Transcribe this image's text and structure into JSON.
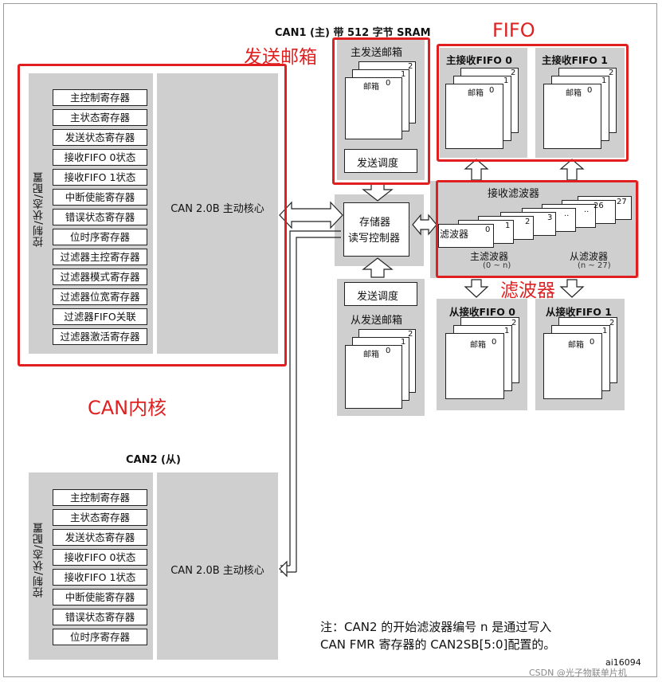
{
  "can1": {
    "title": "CAN1 (主) 带 512 字节 SRAM",
    "side_label": "控制/状态/配置",
    "core_label": "CAN 2.0B 主动核心",
    "registers": [
      "主控制寄存器",
      "主状态寄存器",
      "发送状态寄存器",
      "接收FIFO 0状态",
      "接收FIFO 1状态",
      "中断使能寄存器",
      "错误状态寄存器",
      "位时序寄存器",
      "过滤器主控寄存器",
      "过滤器模式寄存器",
      "过滤器位宽寄存器",
      "过滤器FIFO关联",
      "过滤器激活寄存器"
    ]
  },
  "can2": {
    "title": "CAN2 (从)",
    "side_label": "控制/状态/配置",
    "core_label": "CAN 2.0B 主动核心",
    "registers": [
      "主控制寄存器",
      "主状态寄存器",
      "发送状态寄存器",
      "接收FIFO 0状态",
      "接收FIFO 1状态",
      "中断使能寄存器",
      "错误状态寄存器",
      "位时序寄存器"
    ]
  },
  "tx_master": {
    "title": "主发送邮箱",
    "mailbox": "邮箱",
    "nums": [
      "0",
      "1",
      "2"
    ],
    "scheduler": "发送调度"
  },
  "tx_slave": {
    "title": "从发送邮箱",
    "mailbox": "邮箱",
    "nums": [
      "0",
      "1",
      "2"
    ],
    "scheduler": "发送调度"
  },
  "memctrl": {
    "line1": "存储器",
    "line2": "读写控制器"
  },
  "fifo_master": [
    {
      "title": "主接收FIFO 0",
      "mailbox": "邮箱",
      "nums": [
        "0",
        "1",
        "2"
      ]
    },
    {
      "title": "主接收FIFO 1",
      "mailbox": "邮箱",
      "nums": [
        "0",
        "1",
        "2"
      ]
    }
  ],
  "fifo_slave": [
    {
      "title": "从接收FIFO 0",
      "mailbox": "邮箱",
      "nums": [
        "0",
        "1",
        "2"
      ]
    },
    {
      "title": "从接收FIFO 1",
      "mailbox": "邮箱",
      "nums": [
        "0",
        "1",
        "2"
      ]
    }
  ],
  "filters": {
    "title": "接收滤波器",
    "front": "滤波器",
    "nums": [
      "0",
      "1",
      "2",
      "3",
      "..",
      "..",
      "26",
      "27"
    ],
    "master": "主滤波器",
    "master_range": "(0 ~ n)",
    "slave": "从滤波器",
    "slave_range": "(n ~ 27)"
  },
  "annotations": {
    "tx_mailbox": "发送邮箱",
    "fifo": "FIFO",
    "filter": "滤波器",
    "can_core": "CAN内核"
  },
  "note": {
    "line1": "注：CAN2 的开始滤波器编号 n 是通过写入",
    "line2": "CAN  FMR 寄存器的 CAN2SB[5:0]配置的。"
  },
  "footer": {
    "id": "ai16094",
    "watermark": "CSDN @光子物联单片机"
  },
  "colors": {
    "panel_gray": "#cfcfcf",
    "annotation_red": "#e02020"
  }
}
